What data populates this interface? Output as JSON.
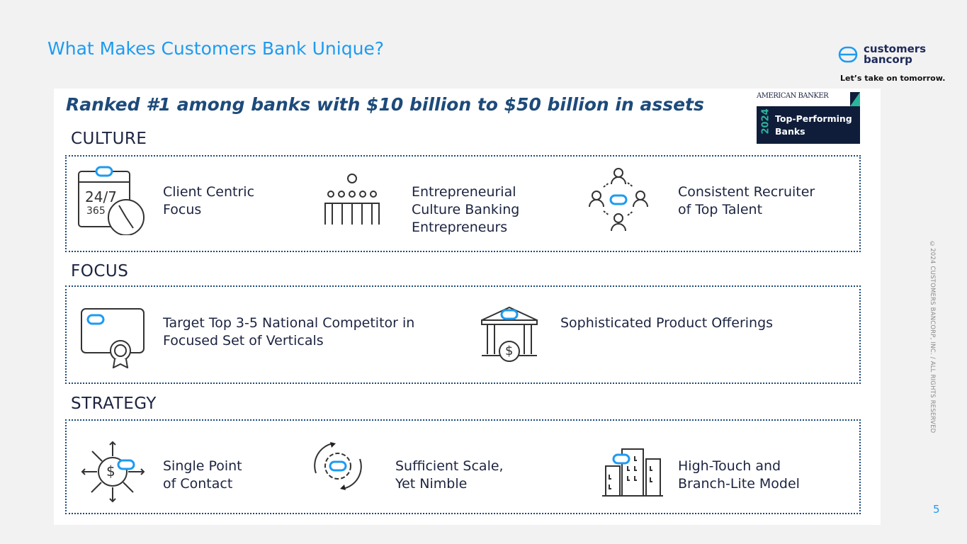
{
  "header": {
    "title": "What Makes Customers Bank Unique?",
    "logo_line1": "customers",
    "logo_line2": "bancorp",
    "tagline": "Let’s take on tomorrow."
  },
  "subtitle": "Ranked #1 among banks with $10 billion to $50 billion in assets",
  "badge": {
    "publisher": "AMERICAN BANKER",
    "year": "2024",
    "line1": "Top-Performing",
    "line2": "Banks"
  },
  "sections": [
    {
      "heading": "CULTURE",
      "items": [
        {
          "icon": "calendar-clock-icon",
          "label_lines": [
            "Client Centric",
            "Focus"
          ],
          "icon_text": "24/7",
          "icon_sub": "365"
        },
        {
          "icon": "team-idea-icon",
          "label_lines": [
            "Entrepreneurial",
            "Culture Banking",
            "Entrepreneurs"
          ]
        },
        {
          "icon": "people-network-icon",
          "label_lines": [
            "Consistent Recruiter",
            "of Top Talent"
          ]
        }
      ]
    },
    {
      "heading": "FOCUS",
      "items": [
        {
          "icon": "certificate-icon",
          "label_lines": [
            "Target Top 3-5 National Competitor in",
            "Focused Set of Verticals"
          ]
        },
        {
          "icon": "bank-dollar-icon",
          "label_lines": [
            "Sophisticated Product Offerings"
          ],
          "icon_text": "$"
        }
      ]
    },
    {
      "heading": "STRATEGY",
      "items": [
        {
          "icon": "dollar-arrows-icon",
          "label_lines": [
            "Single Point",
            "of Contact"
          ],
          "icon_text": "$"
        },
        {
          "icon": "gear-cycle-icon",
          "label_lines": [
            "Sufficient Scale,",
            "Yet Nimble"
          ]
        },
        {
          "icon": "buildings-icon",
          "label_lines": [
            "High-Touch and",
            "Branch-Lite Model"
          ]
        }
      ]
    }
  ],
  "footer": {
    "copyright": "©2024 CUSTOMERS BANCORP, INC. / ALL RIGHTS RESERVED",
    "page_number": "5"
  },
  "colors": {
    "accent": "#1e9bf0",
    "navy": "#1c2340",
    "badge_bg": "#0f1d3a",
    "badge_green": "#2bb59a"
  }
}
